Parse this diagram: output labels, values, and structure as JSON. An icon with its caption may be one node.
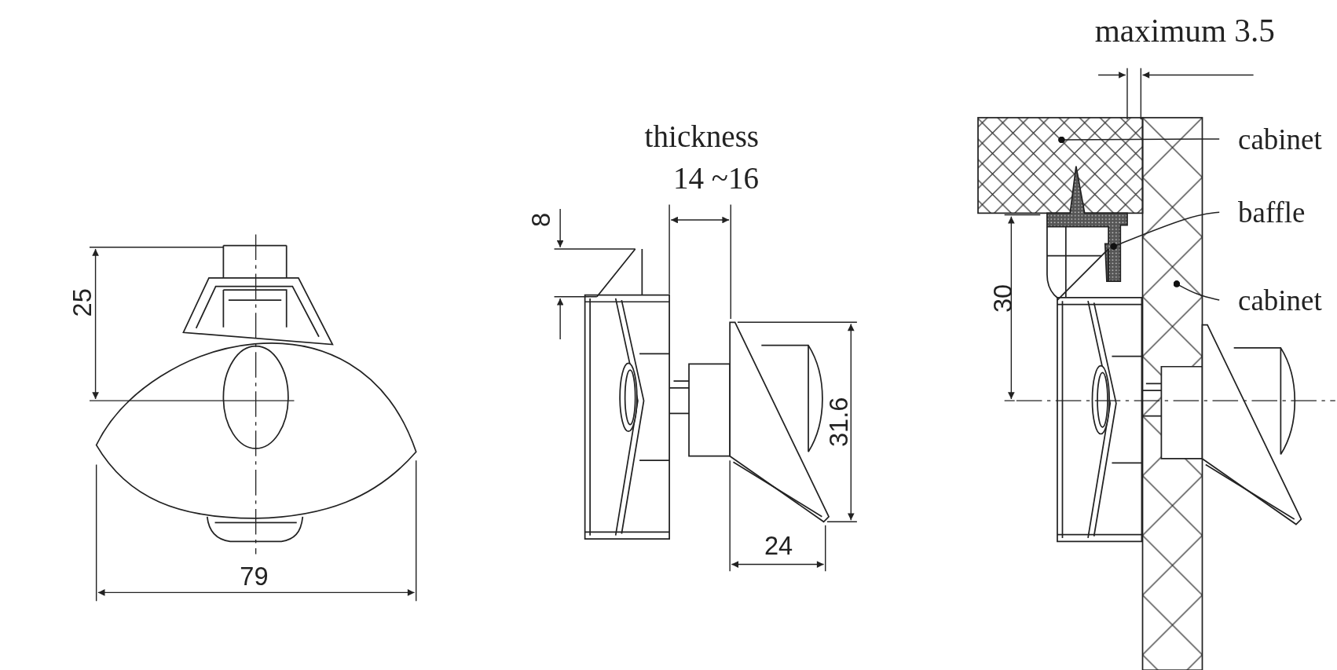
{
  "diagram": {
    "nodes": [
      {
        "text": [
          "cabinet"
        ]
      },
      {
        "text": [
          "baffle"
        ]
      },
      {
        "text": [
          "cabinet"
        ]
      },
      {
        "text": [],
        "shape": "box"
      },
      {
        "text": [],
        "shape": "bar"
      },
      {
        "text": [],
        "shape": "box"
      }
    ],
    "edges": [
      {
        "from": 0,
        "to": 3,
        "arrow": "other"
      },
      {
        "from": 1,
        "to": 4,
        "arrow": "other"
      },
      {
        "from": 2,
        "to": 5,
        "arrow": "other"
      }
    ],
    "labels": [
      "maximum 3.5",
      "thickness 14 ~16",
      "8",
      "25",
      "30",
      "31.6",
      "79",
      "24"
    ]
  }
}
